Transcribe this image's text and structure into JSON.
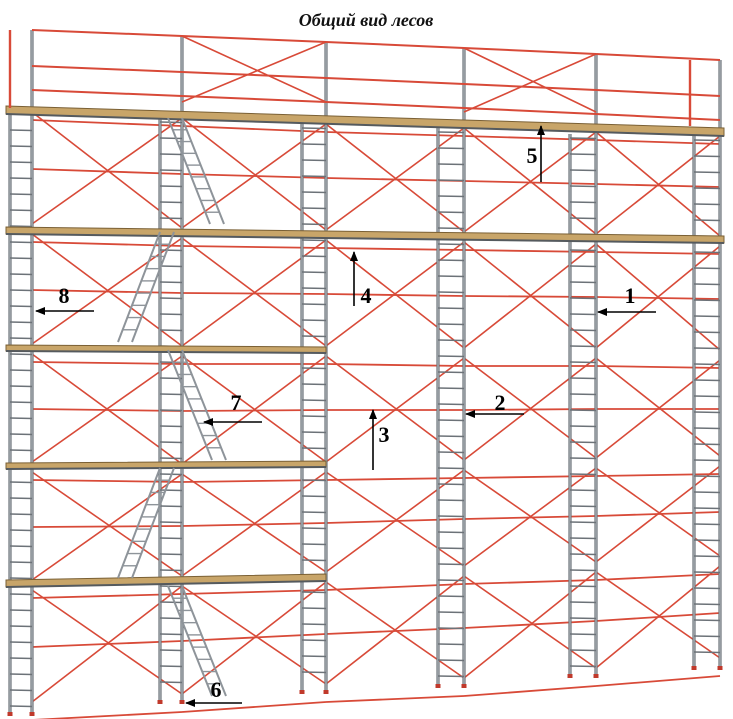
{
  "title": "Общий вид лесов",
  "colors": {
    "frame": "#d84a38",
    "post": "#9aa0a6",
    "post_edge": "#6c7278",
    "deck": "#c8a569",
    "deck_edge": "#7a6035",
    "ladder": "#8e949a",
    "foot": "#c0392b",
    "arrow": "#000000"
  },
  "callouts": [
    {
      "id": "1",
      "label": "1"
    },
    {
      "id": "2",
      "label": "2"
    },
    {
      "id": "3",
      "label": "3"
    },
    {
      "id": "4",
      "label": "4"
    },
    {
      "id": "5",
      "label": "5"
    },
    {
      "id": "6",
      "label": "6"
    },
    {
      "id": "7",
      "label": "7"
    },
    {
      "id": "8",
      "label": "8"
    }
  ]
}
